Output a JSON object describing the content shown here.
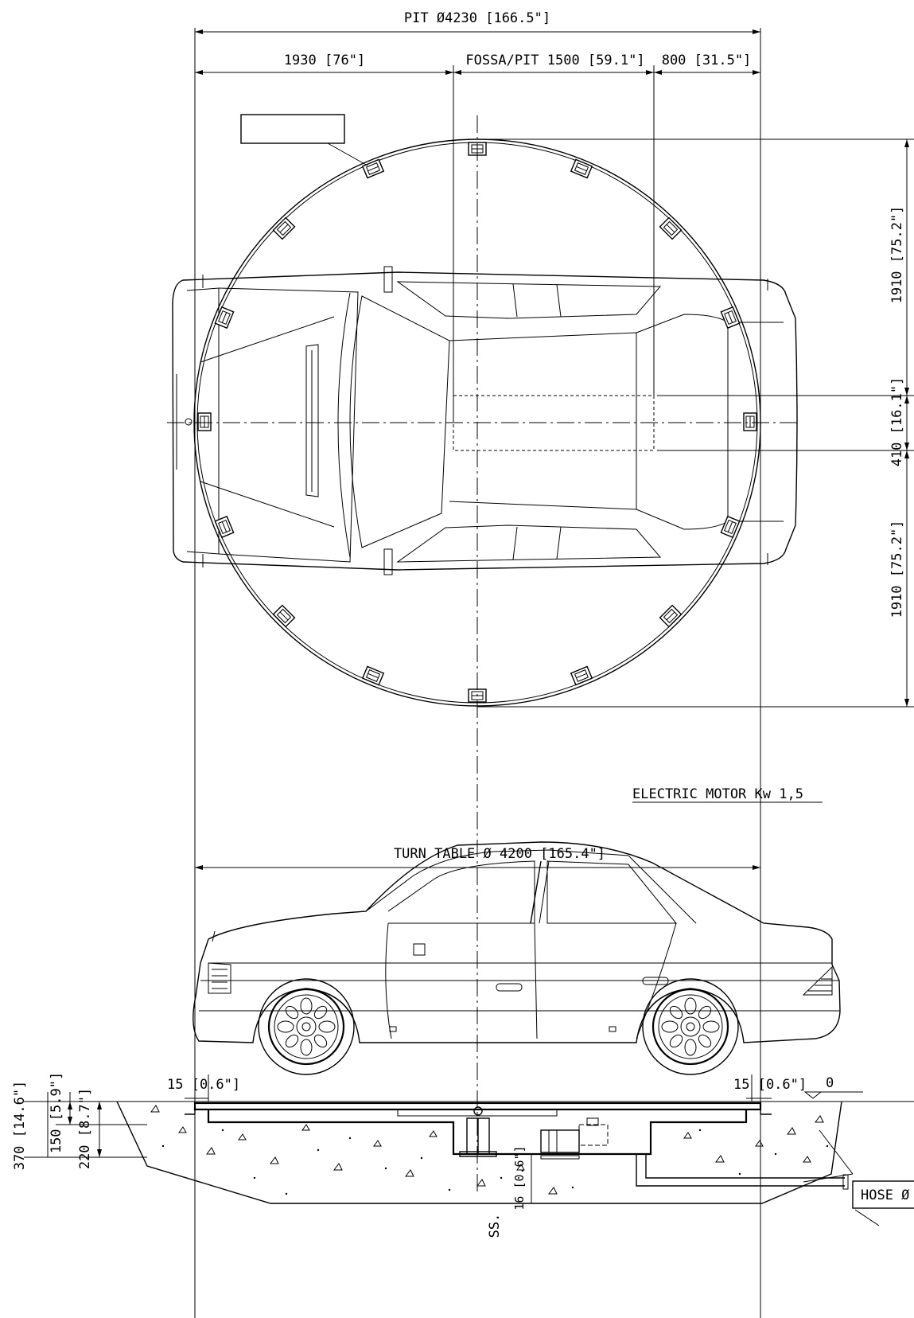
{
  "labels": {
    "pit_diameter": "PIT Ø4230 [166.5\"]",
    "dim_1930": "1930 [76\"]",
    "dim_fossa": "FOSSA/PIT 1500 [59.1\"]",
    "dim_800": "800 [31.5\"]",
    "dim_1910_top": "1910 [75.2\"]",
    "dim_410": "410 [16.1\"]",
    "dim_1910_bottom": "1910 [75.2\"]",
    "motor": "ELECTRIC MOTOR  Kw 1,5",
    "turntable": "TURN TABLE Ø 4200 [165.4\"]",
    "dim_15_left": "15 [0.6\"]",
    "dim_15_right": "15 [0.6\"]",
    "level_zero": "0",
    "dim_370": "370 [14.6\"]",
    "dim_150": "150 [5.9\"]",
    "dim_220": "220 [8.7\"]",
    "dim_16": "16 [0.6\"]",
    "ss": "SS.",
    "hose": "HOSE Ø"
  }
}
